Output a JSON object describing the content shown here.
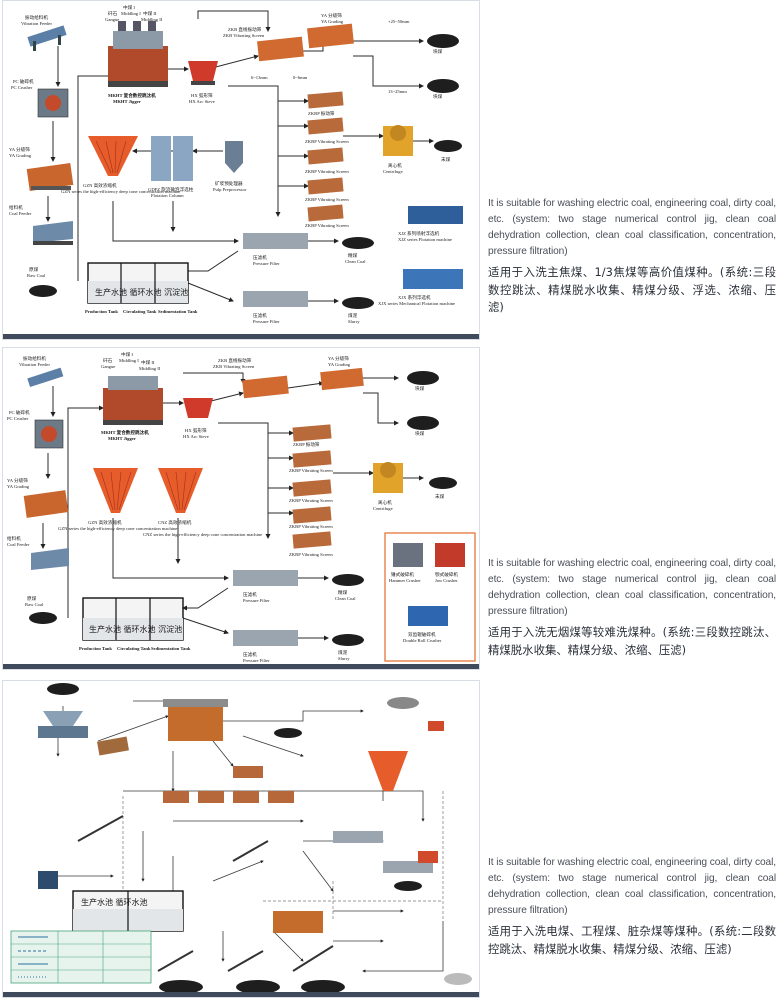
{
  "panels": [
    {
      "id": "panel1",
      "labels": {
        "vibration_feeder": "振动给料机",
        "vibration_feeder_en": "Vibration Feeder",
        "pc_crusher": "PC 破碎机",
        "pc_crusher_en": "PC Crusher",
        "ya_grading": "YA 分级筛",
        "ya_grading_en": "YA Grading",
        "coal_feeder": "给料机",
        "coal_feeder_en": "Coal Feeder",
        "raw_coal": "原煤",
        "raw_coal_en": "Raw Coal",
        "gangue": "矸石",
        "gangue_en": "Gangue",
        "middling1": "中煤 I",
        "middling1_en": "Middling I",
        "middling2": "中煤 II",
        "middling2_en": "Middling II",
        "mkht_jigger": "MKHT 复合数控跳汰机",
        "mkht_jigger_en": "MKHT Jigger",
        "hx_arc_sieve": "HX 弧形筛",
        "hx_arc_sieve_en": "HX Arc Sieve",
        "zkb_screen": "ZKB 直线振动筛",
        "zkb_screen_en": "ZKB Vibrating Screen",
        "ya_grading_top": "YA 分级筛",
        "ya_grading_top_en": "YA Grading",
        "zkbp_screen": "ZKBP 振动筛",
        "zkbp_screen_en": "ZKBP Vibrating Screen",
        "lump_coal": "块煤",
        "lump_coal_en": "Coal",
        "centrifuge": "离心机",
        "centrifuge_en": "Centrifuge",
        "fine_coal": "末煤",
        "fine_coal_en": "Coal",
        "thickener": "GZN 高效浓缩机",
        "thickener_en": "GZN series the high-efficiency deep cone concentration machine",
        "flotation_column": "GDFZ 旋流微泡浮选柱",
        "flotation_column_en": "Flotation Column",
        "pulp_preprocessor": "矿浆预处理器",
        "pulp_preprocessor_en": "Pulp Preprocessor",
        "pressure_filter": "压滤机",
        "pressure_filter_en": "Pressure Filter",
        "clean_coal": "精煤",
        "clean_coal_en": "Clean Coal",
        "slurry": "煤泥",
        "slurry_en": "Slurry",
        "tanks_cn": "生产水池 循环水池 沉淀池",
        "production_tank": "Production Tank",
        "circulating_tank": "Circulating Tank",
        "sedimentation_tank": "Sedimentation Tank",
        "fine_flotation": "XJZ 系列喷射浮选机",
        "fine_flotation_en": "XJZ series Flotation machine",
        "jet_flotation": "XJX 系列浮选机",
        "jet_flotation_en": "XJX series Mechanical Flotation machine",
        "size1": "+25~50mm",
        "size2": "13~25mm",
        "size3": "6~13mm",
        "size4": "0~6mm"
      },
      "description_en": "It is suitable for washing electric coal, engineering coal, dirty coal, etc. (system: two stage numerical control jig, clean coal dehydration collection, clean coal classification, concentration, pressure filtration)",
      "description_zh": "适用于入洗主焦煤、1/3焦煤等高价值煤种。(系统:三段数控跳汰、精煤脱水收集、精煤分级、浮选、浓缩、压滤)"
    },
    {
      "id": "panel2",
      "labels": {
        "vibration_feeder": "振动给料机",
        "vibration_feeder_en": "Vibration Feeder",
        "pc_crusher": "PC 破碎机",
        "pc_crusher_en": "PC Crusher",
        "ya_grading": "YA 分级筛",
        "ya_grading_en": "YA Grading",
        "coal_feeder": "给料机",
        "coal_feeder_en": "Coal Feeder",
        "raw_coal": "原煤",
        "raw_coal_en": "Raw Coal",
        "gangue": "矸石",
        "gangue_en": "Gangue",
        "middling1": "中煤 I",
        "middling1_en": "Middling I",
        "middling2": "中煤 II",
        "middling2_en": "Middling II",
        "mkht_jigger": "MKHT 复合数控跳汰机",
        "mkht_jigger_en": "MKHT Jigger",
        "hx_arc_sieve": "HX 弧形筛",
        "hx_arc_sieve_en": "HX Arc Sieve",
        "zkb_screen": "ZKB 直线振动筛",
        "zkb_screen_en": "ZKB Vibrating Screen",
        "ya_grading_top": "YA 分级筛",
        "ya_grading_top_en": "YA Grading",
        "zkbp_screen": "ZKBP 振动筛",
        "zkbp_screen_en": "ZKBP Vibrating Screen",
        "lump_coal": "块煤",
        "lump_coal_en": "Coal",
        "centrifuge": "离心机",
        "centrifuge_en": "Centrifuge",
        "fine_coal": "末煤",
        "fine_coal_en": "Coal",
        "thickener1": "GZN 高效浓缩机",
        "thickener1_en": "GZN series the high-efficiency deep cone concentration machine",
        "thickener2": "CNZ 高效浓缩机",
        "thickener2_en": "CNZ series the high-efficiency deep cone concentration machine",
        "pressure_filter": "压滤机",
        "pressure_filter_en": "Pressure Filter",
        "clean_coal": "精煤",
        "clean_coal_en": "Clean Coal",
        "slurry": "煤泥",
        "slurry_en": "Slurry",
        "tanks_cn": "生产水池 循环水池 沉淀池",
        "production_tank": "Production Tank",
        "circulating_tank": "Circulating Tank",
        "sedimentation_tank": "Sedimentation Tank",
        "hammer_crusher": "锤式破碎机",
        "hammer_crusher_en": "Hammer Crusher",
        "jaw_crusher": "颚式破碎机",
        "jaw_crusher_en": "Jaw Crusher",
        "double_roll": "双齿辊破碎机",
        "double_roll_en": "Double Roll Crusher"
      },
      "description_en": "It is suitable for washing electric coal, engineering coal, dirty coal, etc. (system: two stage numerical control jig, clean coal dehydration collection, clean coal classification, concentration, pressure filtration)",
      "description_zh": "适用于入洗无烟煤等较难洗煤种。(系统:三段数控跳汰、精煤脱水收集、精煤分级、浓缩、压滤)"
    },
    {
      "id": "panel3",
      "labels": {
        "tanks_cn": "生产水池 循环水池"
      },
      "description_en": "It is suitable for washing electric coal, engineering coal, dirty coal, etc. (system: two stage numerical control jig, clean coal dehydration collection, clean coal classification, concentration, pressure filtration)",
      "description_zh": "适用于入洗电煤、工程煤、脏杂煤等煤种。(系统:二段数控跳汰、精煤脱水收集、精煤分级、浓缩、压滤)"
    }
  ],
  "colors": {
    "coal": "#1e1e1e",
    "pipe": "#2b2b2b",
    "orange": "#e87a3c",
    "steel": "#7a90a8",
    "bottom_bar": "#3f4a5c"
  }
}
